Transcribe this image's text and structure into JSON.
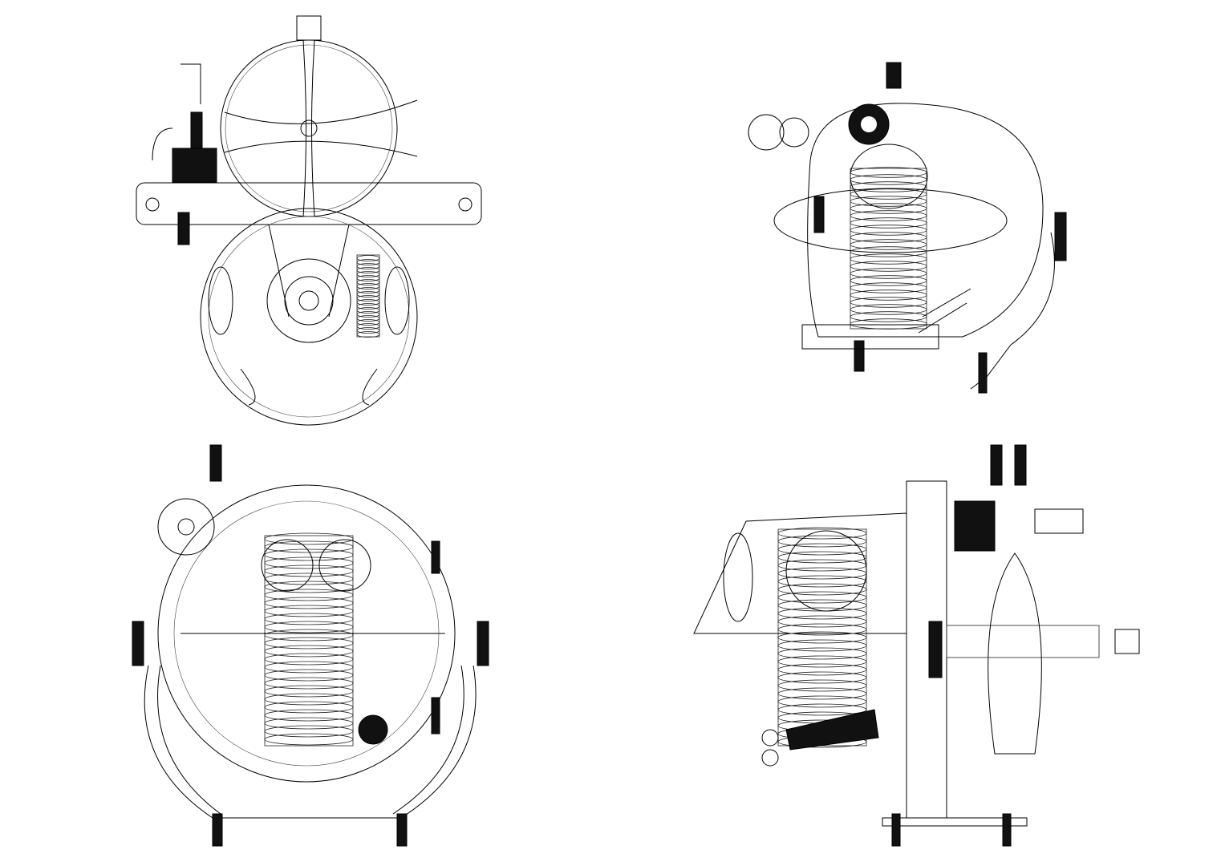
{
  "drawing": {
    "background_color": "#ffffff",
    "line_color": "#000000",
    "style": "wireframe",
    "views": [
      {
        "id": "front"
      },
      {
        "id": "isometric"
      },
      {
        "id": "bottom"
      },
      {
        "id": "side"
      }
    ]
  }
}
